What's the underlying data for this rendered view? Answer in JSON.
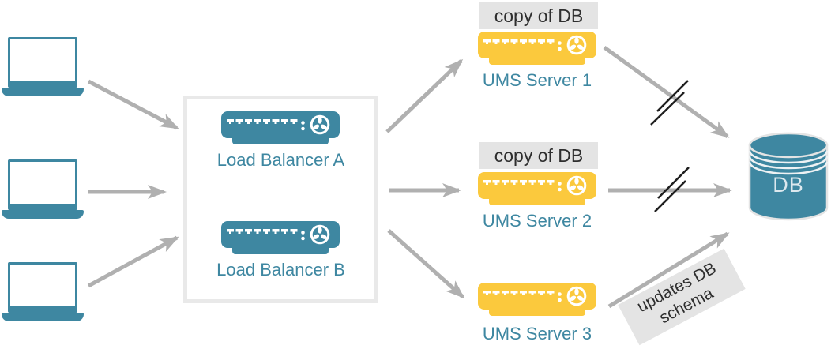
{
  "colors": {
    "teal": "#3e87a1",
    "yellow": "#fbc93d",
    "arrow": "#b0b0b0",
    "slash": "#1f1f1f",
    "note-bg": "#e4e4e4",
    "note-text": "#2e2e2e",
    "box-border": "#e9e9e9",
    "db-label": "#dce8ee"
  },
  "nodes": {
    "load_balancer_a": {
      "label": "Load Balancer A"
    },
    "load_balancer_b": {
      "label": "Load Balancer B"
    },
    "ums_server_1": {
      "label": "UMS Server 1",
      "note": "copy of DB"
    },
    "ums_server_2": {
      "label": "UMS Server 2",
      "note": "copy of DB"
    },
    "ums_server_3": {
      "label": "UMS Server 3"
    },
    "database": {
      "label": "DB"
    }
  },
  "annotations": {
    "ums3_to_db": {
      "line1": "updates DB",
      "line2": "schema"
    }
  }
}
